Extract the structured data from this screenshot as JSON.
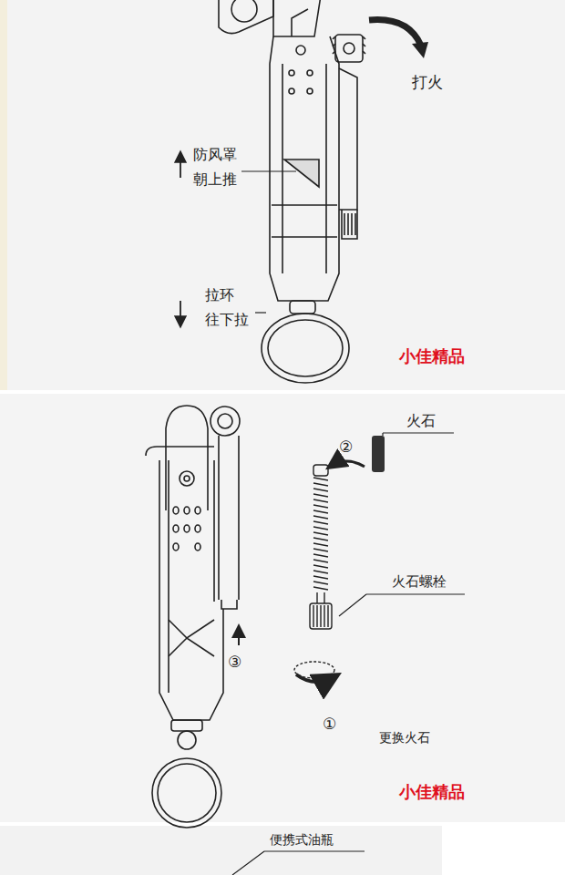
{
  "diagram": {
    "labels": [
      "打火",
      "防风罩",
      "朝上推",
      "拉环",
      "往下拉",
      "小佳精品",
      "火石",
      "②",
      "火石螺栓",
      "①",
      "③",
      "更换火石",
      "小佳精品",
      "便携式油瓶"
    ]
  }
}
